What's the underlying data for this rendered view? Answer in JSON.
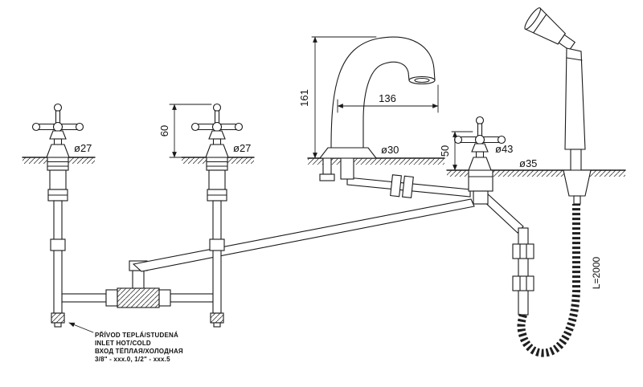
{
  "labels": {
    "valve_left_diameter": "ø27",
    "valve_mid_diameter": "ø27",
    "valve_mid_height": "60",
    "spout_height": "161",
    "spout_reach": "136",
    "diverter_height": "50",
    "spout_base_diameter": "ø30",
    "diverter_base_diameter": "ø43",
    "shower_base_diameter": "ø35",
    "hose_length": "L=2000"
  },
  "note": {
    "line1": "PŘÍVOD TEPLÁ/STUDENÁ",
    "line2": "INLET HOT/COLD",
    "line3": "ВХОД ТЁПЛАЯ/ХОЛОДНАЯ",
    "line4": "3/8\" - xxx.0, 1/2\" - xxx.5"
  }
}
